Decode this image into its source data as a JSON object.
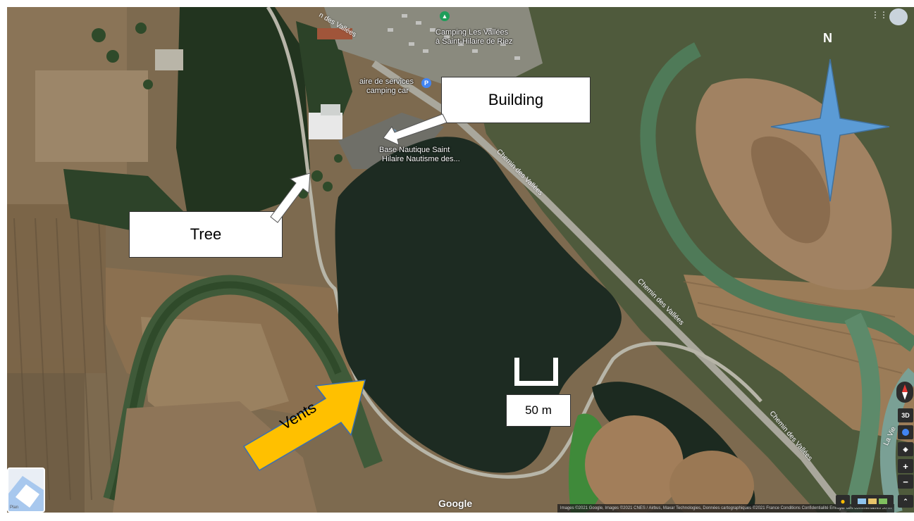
{
  "annotations": {
    "building": "Building",
    "tree": "Tree",
    "vents": "Vents",
    "scale": "50 m",
    "north": "N"
  },
  "places": {
    "camping_line1": "Camping Les Vallées",
    "camping_line2": "à Saint-Hilaire de Riez",
    "aire_line1": "aire de services",
    "aire_line2": "camping car",
    "base_line1": "Base Nautique Saint",
    "base_line2": "Hilaire Nautisme des..."
  },
  "roads": {
    "chemin_1": "Chemin des Vallées",
    "chemin_2": "Chemin des Vallées",
    "chemin_3": "Chemin des Vallées",
    "chemin_top": "n des Vallées",
    "la_vie": "La Vie"
  },
  "map_ui": {
    "google_logo": "Google",
    "attribution": "Images ©2021 Google, Images ©2021 CNES / Airbus, Maxar Technologies, Données cartographiques ©2021    France    Conditions    Confidentialité    Envoyer des commentaires    50 m",
    "btn_3d": "3D",
    "zoom_in": "+",
    "zoom_out": "−",
    "layer_label": "Plan",
    "pegman_icon": "pegman-icon",
    "apps_icon": "apps-grid-icon"
  },
  "colors": {
    "compass": "#5b9bd5",
    "vents_arrow": "#ffc000",
    "water": "#1d2b22",
    "field": "#8a7458",
    "forest": "#23351f"
  }
}
